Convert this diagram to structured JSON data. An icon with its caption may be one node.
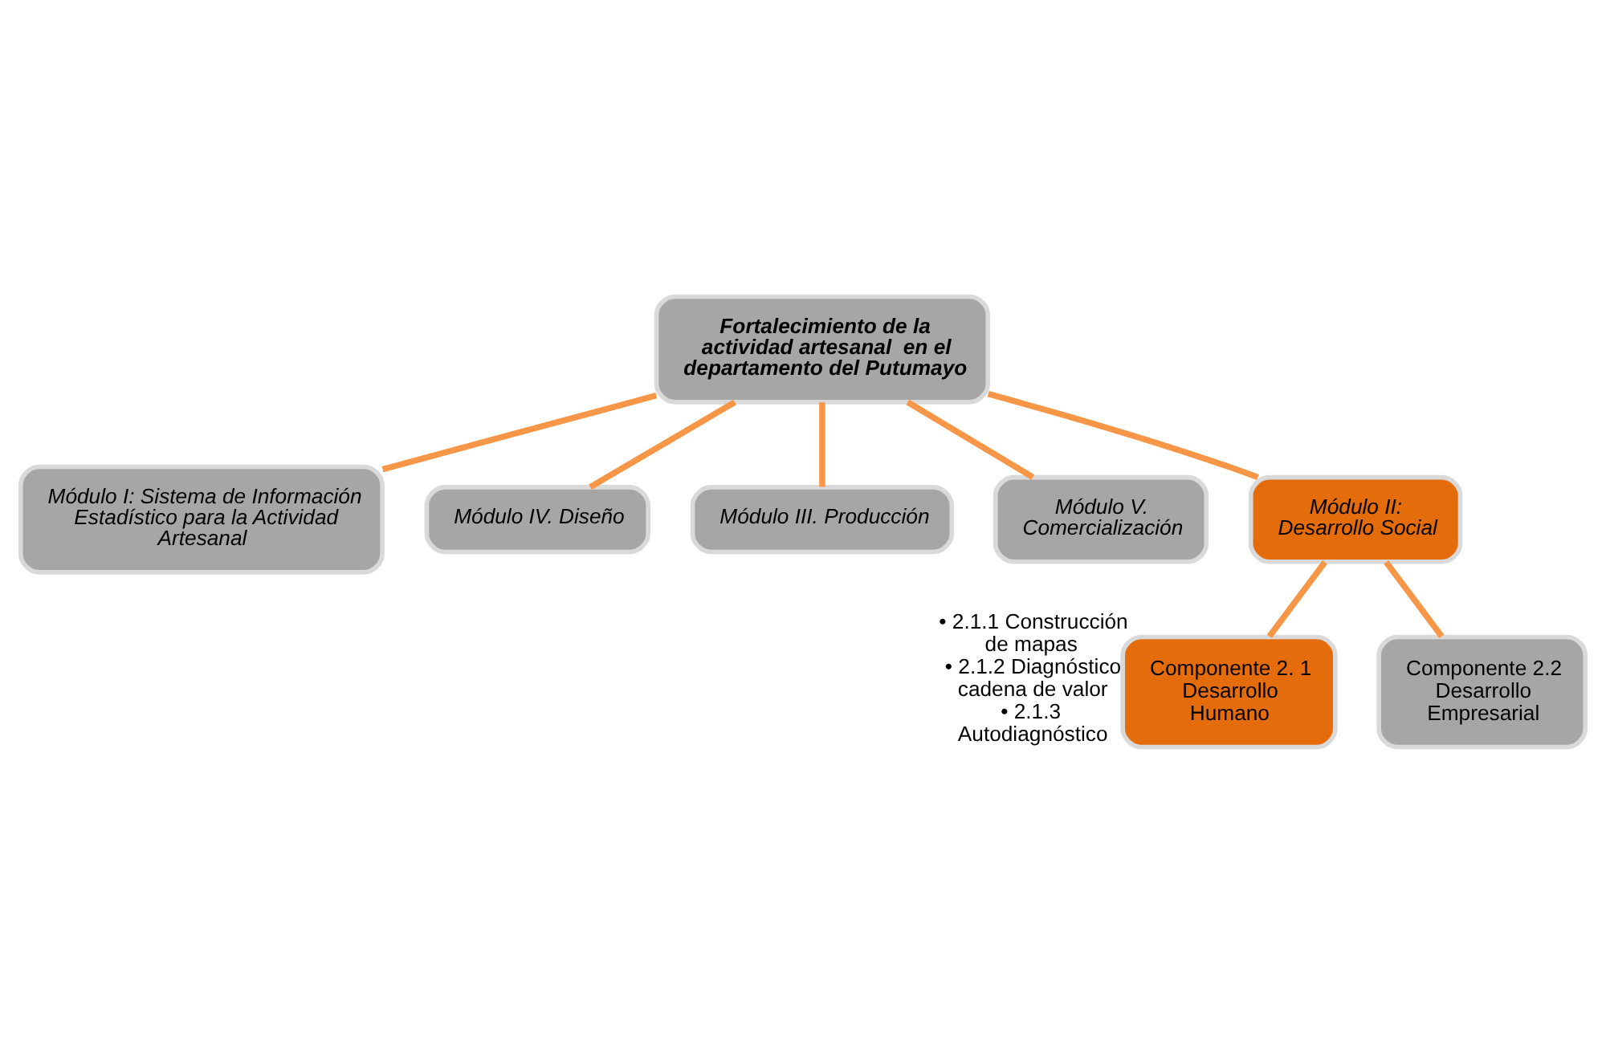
{
  "diagram": {
    "nodes": [
      {
        "text": [
          "Fortalecimiento de la actividad artesanal  en el departamento del Putumayo"
        ]
      },
      {
        "text": [
          "Módulo I: Sistema de Información Estadístico para la Actividad Artesanal"
        ]
      },
      {
        "text": [
          "Módulo IV. Diseño"
        ]
      },
      {
        "text": [
          "Módulo III. Producción"
        ]
      },
      {
        "text": [
          "Módulo V. Comercialización"
        ]
      },
      {
        "text": [
          "Módulo II: Desarrollo Social"
        ]
      },
      {
        "text": [
          "Componente 2. 1 Desarrollo Humano"
        ],
        "beside": [
          "• 2.1.1 Construcción de mapas",
          "• 2.1.2 Diagnóstico cadena de valor",
          "• 2.1.3 Autodiagnóstico"
        ]
      },
      {
        "text": [
          "Componente 2.2 Desarrollo Empresarial"
        ]
      }
    ],
    "edges": [
      {
        "from": 0,
        "to": 1,
        "arrow": "none"
      },
      {
        "from": 0,
        "to": 2,
        "arrow": "none"
      },
      {
        "from": 0,
        "to": 3,
        "arrow": "none"
      },
      {
        "from": 0,
        "to": 4,
        "arrow": "none"
      },
      {
        "from": 0,
        "to": 5,
        "arrow": "none"
      },
      {
        "from": 5,
        "to": 6,
        "arrow": "none"
      },
      {
        "from": 5,
        "to": 7,
        "arrow": "none"
      }
    ]
  }
}
